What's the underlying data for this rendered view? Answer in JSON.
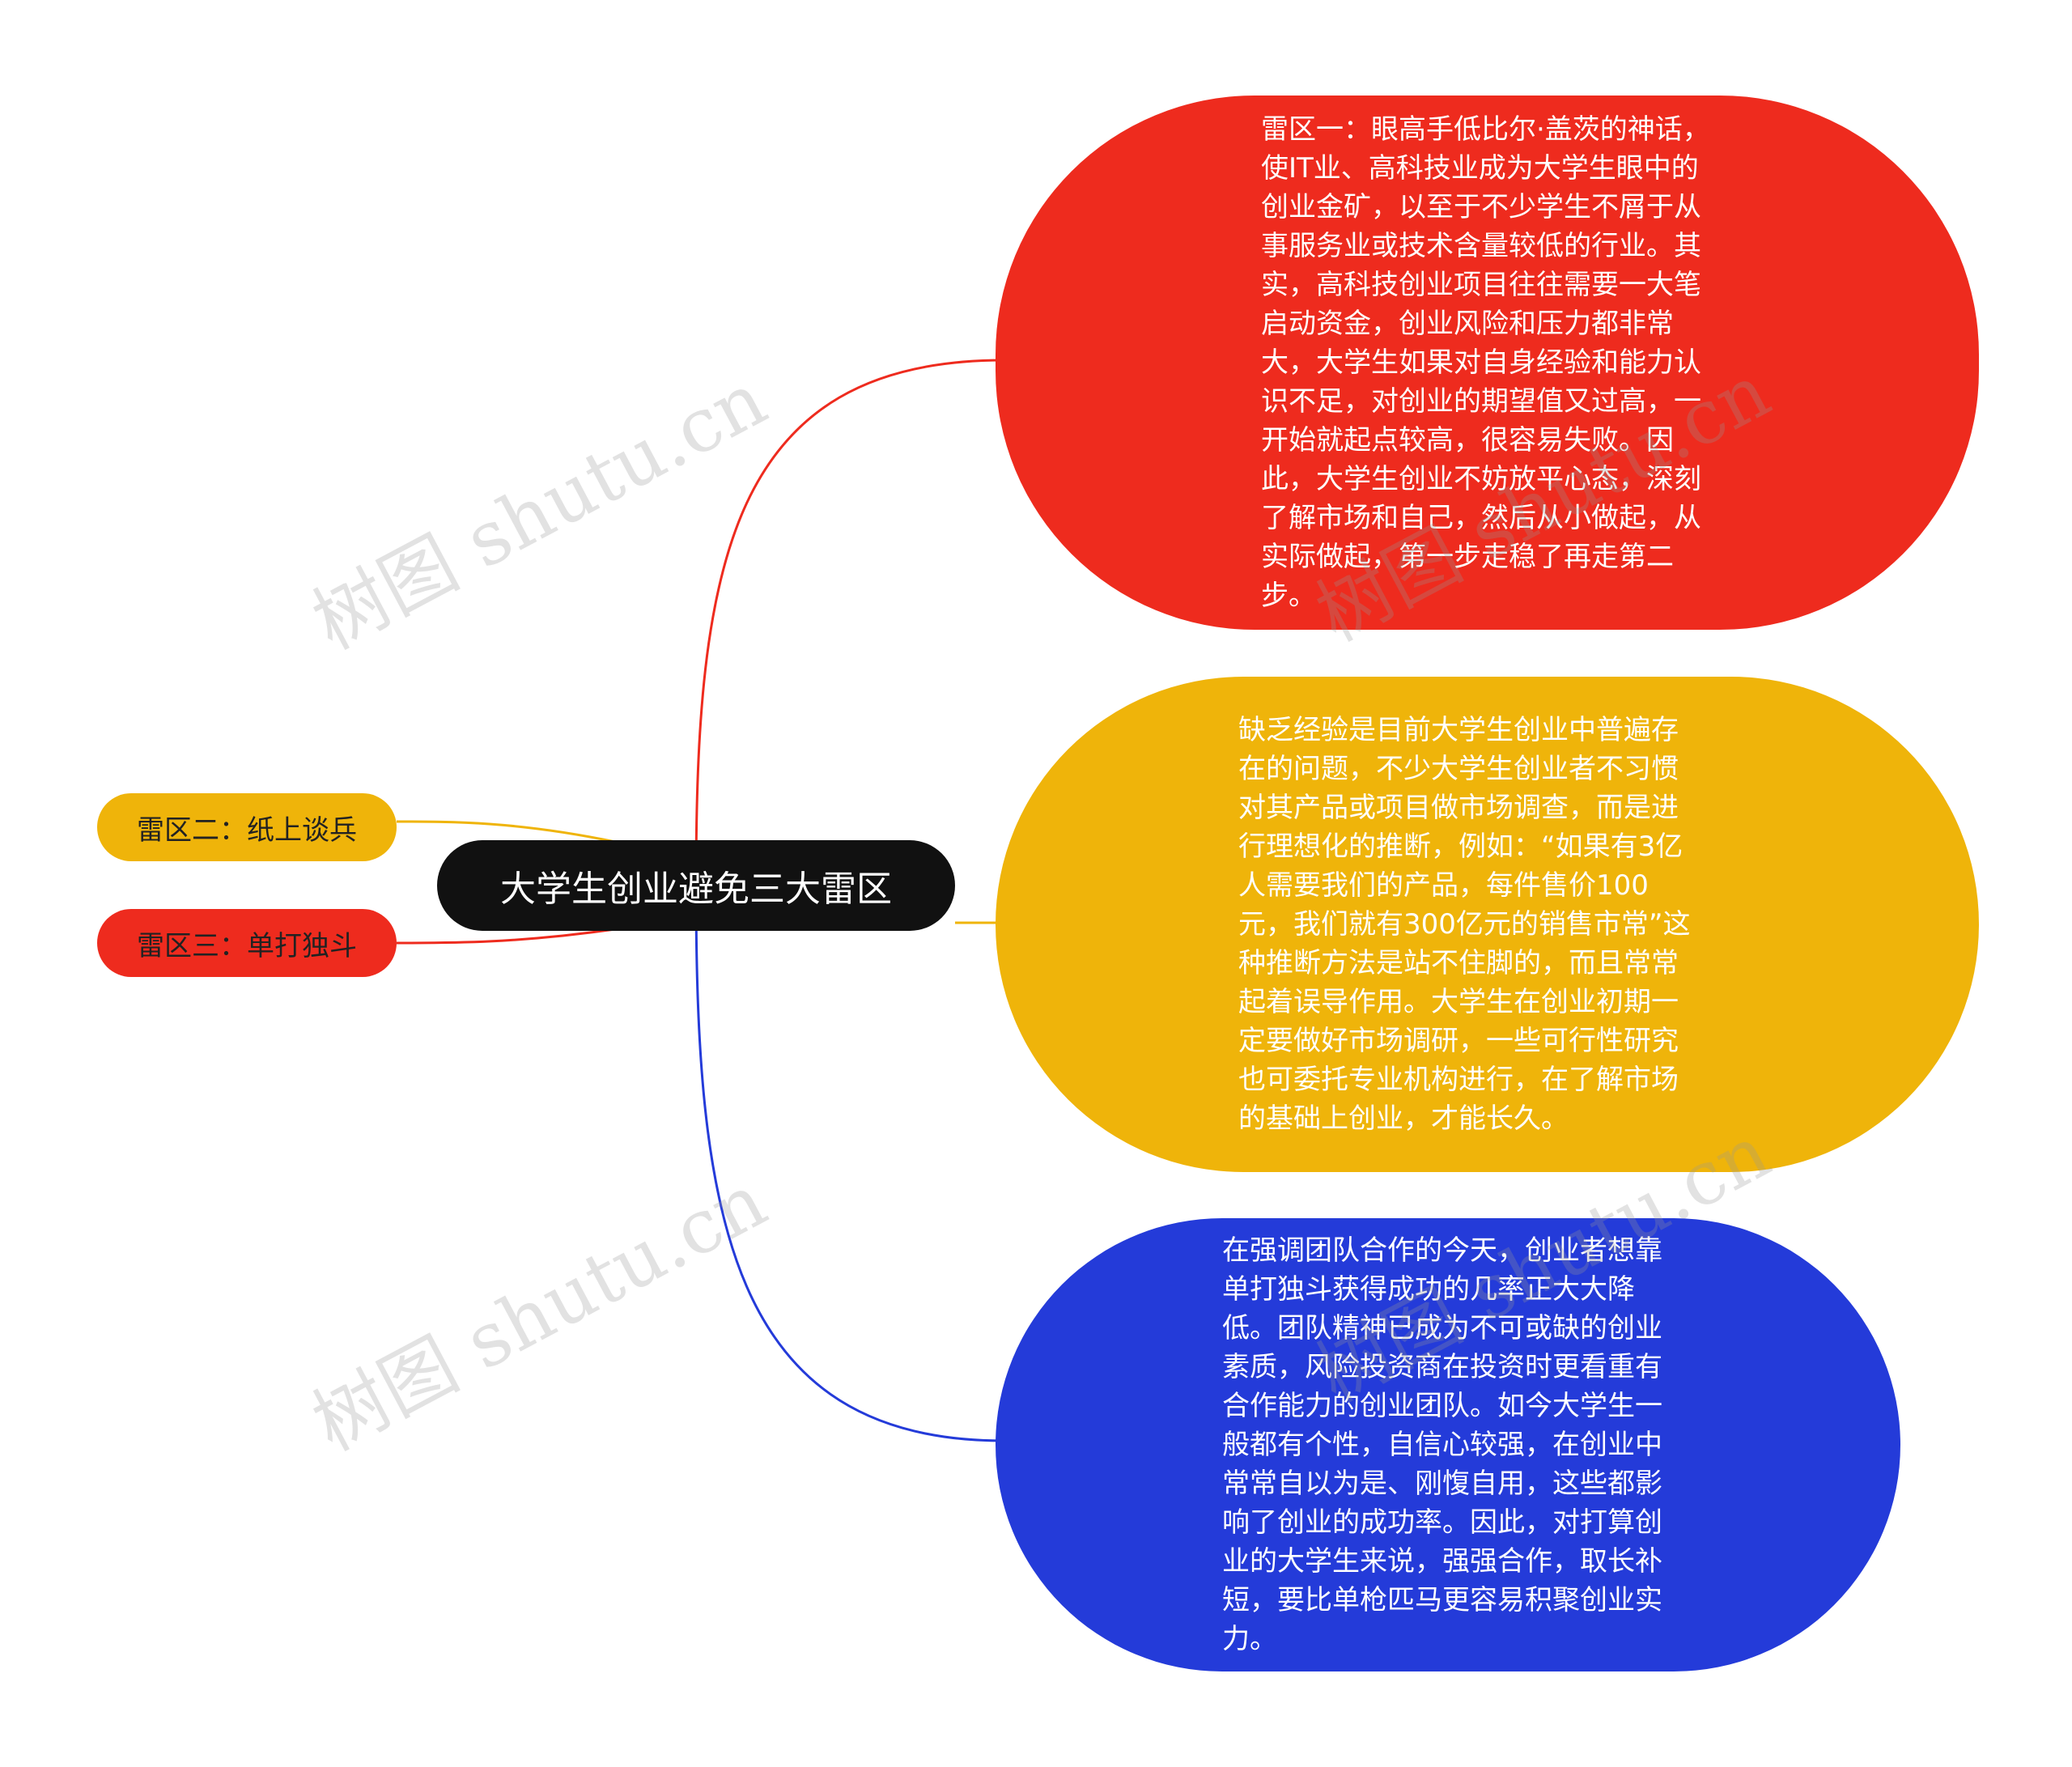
{
  "colors": {
    "red": "#EE2B1E",
    "yellow": "#EFB40A",
    "blue": "#243BD9",
    "central": "#111111"
  },
  "central": {
    "label": "大学生创业避免三大雷区"
  },
  "left_branches": [
    {
      "label": "雷区二：纸上谈兵",
      "color": "yellow"
    },
    {
      "label": "雷区三：单打独斗",
      "color": "red"
    }
  ],
  "right_branches": [
    {
      "text": "雷区一：眼高手低比尔·盖茨的神话，使IT业、高科技业成为大学生眼中的创业金矿，以至于不少学生不屑于从事服务业或技术含量较低的行业。其实，高科技创业项目往往需要一大笔启动资金，创业风险和压力都非常大，大学生如果对自身经验和能力认识不足，对创业的期望值又过高，一开始就起点较高，很容易失败。因此，大学生创业不妨放平心态，深刻了解市场和自己，然后从小做起，从实际做起，第一步走稳了再走第二步。",
      "color": "red"
    },
    {
      "text": "缺乏经验是目前大学生创业中普遍存在的问题，不少大学生创业者不习惯对其产品或项目做市场调查，而是进行理想化的推断，例如：“如果有3亿人需要我们的产品，每件售价100元，我们就有300亿元的销售市常”这种推断方法是站不住脚的，而且常常起着误导作用。大学生在创业初期一定要做好市场调研，一些可行性研究也可委托专业机构进行，在了解市场的基础上创业，才能长久。",
      "color": "yellow"
    },
    {
      "text": "在强调团队合作的今天，创业者想靠单打独斗获得成功的几率正大大降低。团队精神已成为不可或缺的创业素质，风险投资商在投资时更看重有合作能力的创业团队。如今大学生一般都有个性，自信心较强，在创业中常常自以为是、刚愎自用，这些都影响了创业的成功率。因此，对打算创业的大学生来说，强强合作，取长补短，要比单枪匹马更容易积聚创业实力。",
      "color": "blue"
    }
  ],
  "watermark": "树图 shutu.cn"
}
